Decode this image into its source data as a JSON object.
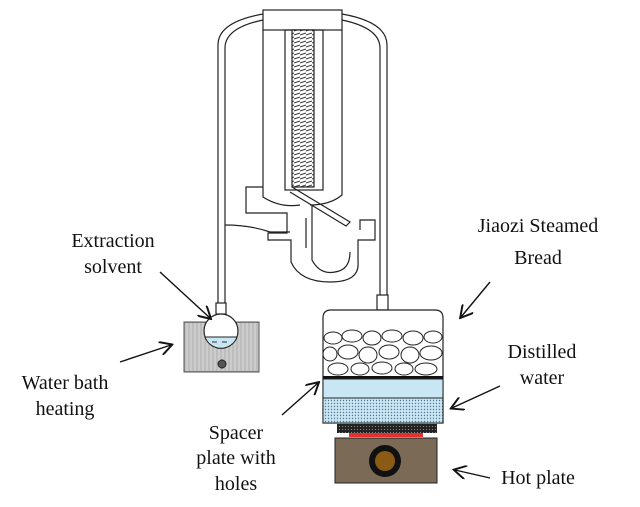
{
  "labels": {
    "extraction_solvent": [
      "Extraction",
      "solvent"
    ],
    "jiaozi": [
      "Jiaozi Steamed",
      "Bread"
    ],
    "distilled_water": [
      "Distilled",
      "water"
    ],
    "water_bath": [
      "Water bath",
      "heating"
    ],
    "spacer_plate": [
      "Spacer",
      "plate with",
      "holes"
    ],
    "hot_plate": [
      "Hot plate"
    ]
  },
  "colors": {
    "water": "#c9e6f5",
    "heat_element": "#e53030",
    "hot_plate_body": "#7b6a55",
    "hot_plate_knob": "#8b5a14"
  }
}
